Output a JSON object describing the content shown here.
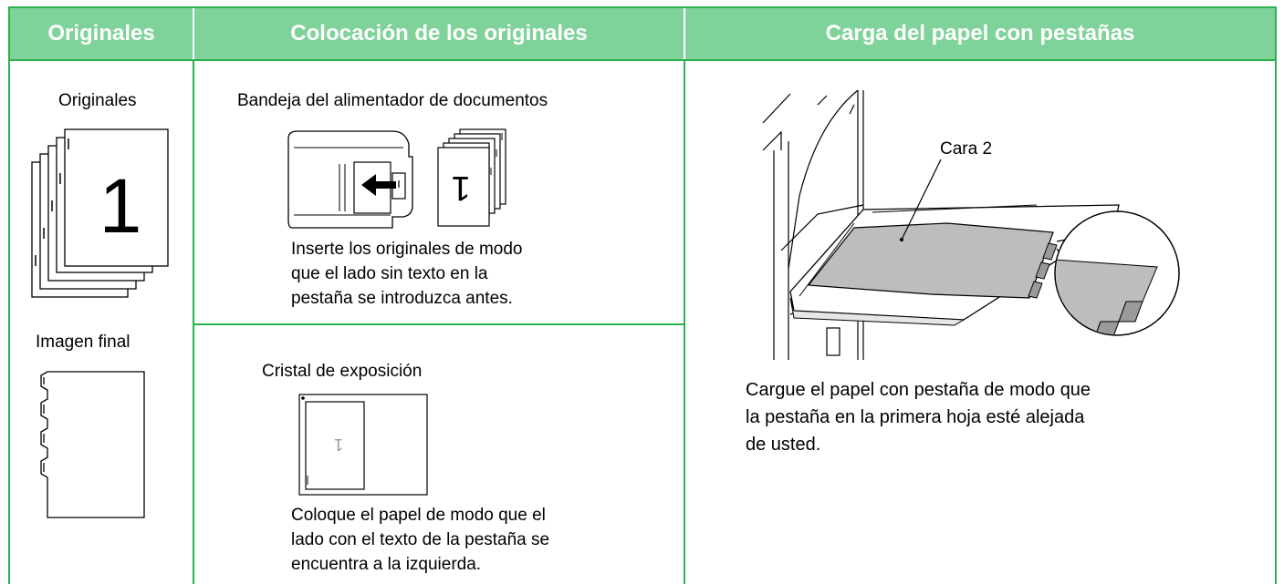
{
  "headers": {
    "col1": "Originales",
    "col2": "Colocación de los originales",
    "col3": "Carga del papel con pestañas"
  },
  "col1": {
    "originals_label": "Originales",
    "page_number": "1",
    "final_label": "Imagen final"
  },
  "col2": {
    "feeder": {
      "title": "Bandeja del alimentador de documentos",
      "desc_lines": [
        "Inserte los originales de modo",
        "que el lado sin texto en la",
        "pestaña se introduzca antes."
      ]
    },
    "glass": {
      "title": "Cristal de exposición",
      "desc_lines": [
        "Coloque el papel de modo que el",
        "lado con el texto de la pestaña se",
        "encuentra a la izquierda."
      ]
    }
  },
  "col3": {
    "side_label": "Cara 2",
    "desc_lines": [
      "Cargue el papel con pestaña de modo que",
      "la pestaña en la primera hoja esté alejada",
      "de usted."
    ]
  },
  "colors": {
    "header_bg": "#7fd39a",
    "border": "#2bb24c",
    "paper_gray": "#bdbdbd"
  }
}
